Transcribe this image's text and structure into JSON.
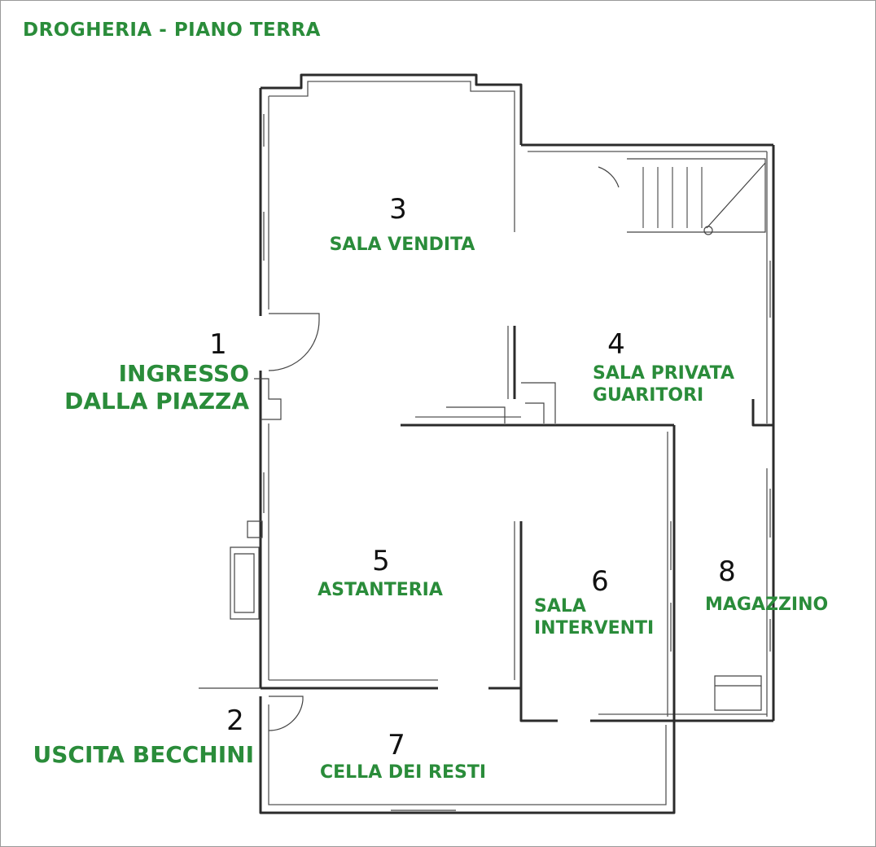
{
  "title": "DROGHERIA - PIANO TERRA",
  "rooms": [
    {
      "number": "1",
      "lines": [
        "INGRESSO",
        "DALLA PIAZZA"
      ]
    },
    {
      "number": "2",
      "lines": [
        "USCITA BECCHINI"
      ]
    },
    {
      "number": "3",
      "lines": [
        "SALA VENDITA"
      ]
    },
    {
      "number": "4",
      "lines": [
        "SALA PRIVATA",
        "GUARITORI"
      ]
    },
    {
      "number": "5",
      "lines": [
        "ASTANTERIA"
      ]
    },
    {
      "number": "6",
      "lines": [
        "SALA",
        "INTERVENTI"
      ]
    },
    {
      "number": "7",
      "lines": [
        "CELLA DEI RESTI"
      ]
    },
    {
      "number": "8",
      "lines": [
        "MAGAZZINO"
      ]
    }
  ],
  "colors": {
    "label": "#2a8c3a",
    "number": "#111111",
    "wall": "#2b2b2b"
  }
}
